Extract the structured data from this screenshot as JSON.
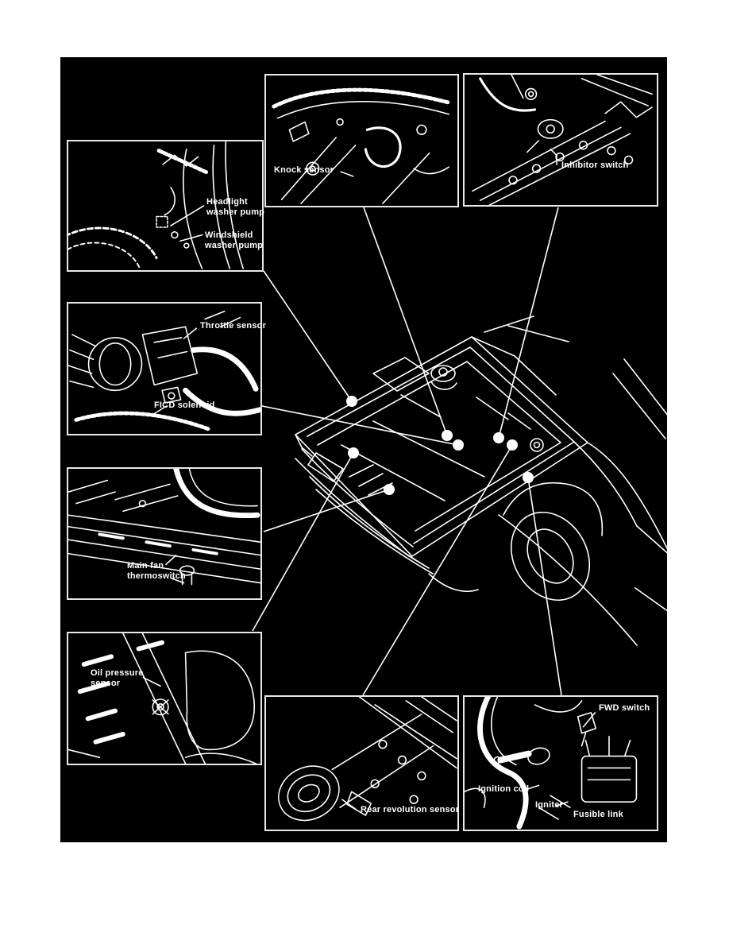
{
  "colors": {
    "page_background": "#ffffff",
    "panel_background": "#000000",
    "ink": "#ffffff"
  },
  "insets": [
    {
      "name": "headlight-windshield-washer-pumps",
      "labels": [
        "Headlight",
        "washer pump",
        "Windshield",
        "washer pump"
      ]
    },
    {
      "name": "knock-sensor",
      "labels": [
        "Knock sensor"
      ]
    },
    {
      "name": "inhibitor-switch",
      "labels": [
        "Inhibitor switch"
      ]
    },
    {
      "name": "throttle-sensor-ficd-solenoid",
      "labels": [
        "Throttle sensor",
        "FICD solenoid"
      ]
    },
    {
      "name": "main-fan-thermoswitch",
      "labels": [
        "Main fan",
        "thermoswitch"
      ]
    },
    {
      "name": "oil-pressure-sensor",
      "labels": [
        "Oil pressure",
        "sensor"
      ]
    },
    {
      "name": "rear-revolution-sensor",
      "labels": [
        "Rear revolution sensor"
      ]
    },
    {
      "name": "ignition-components",
      "labels": [
        "FWD switch",
        "Ignition coil",
        "Igniter",
        "Fusible link"
      ]
    }
  ]
}
